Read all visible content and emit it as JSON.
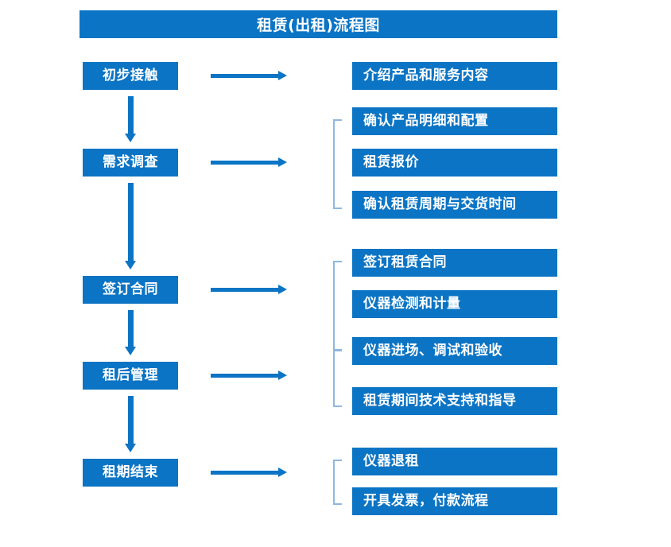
{
  "title": "租赁(出租)流程图",
  "theme": {
    "accent": "#0b74c4",
    "bracket": "#8fb8e0",
    "background": "#ffffff",
    "text_on_accent": "#ffffff"
  },
  "flow": {
    "stages": [
      {
        "id": "stage-1",
        "label": "初步接触"
      },
      {
        "id": "stage-2",
        "label": "需求调查"
      },
      {
        "id": "stage-3",
        "label": "签订合同"
      },
      {
        "id": "stage-4",
        "label": "租后管理"
      },
      {
        "id": "stage-5",
        "label": "租期结束"
      }
    ],
    "details": [
      {
        "id": "detail-1",
        "label": "介绍产品和服务内容"
      },
      {
        "id": "detail-2",
        "label": "确认产品明细和配置"
      },
      {
        "id": "detail-3",
        "label": "租赁报价"
      },
      {
        "id": "detail-4",
        "label": "确认租赁周期与交货时间"
      },
      {
        "id": "detail-5",
        "label": "签订租赁合同"
      },
      {
        "id": "detail-6",
        "label": "仪器检测和计量"
      },
      {
        "id": "detail-7",
        "label": "仪器进场、调试和验收"
      },
      {
        "id": "detail-8",
        "label": "租赁期间技术支持和指导"
      },
      {
        "id": "detail-9",
        "label": "仪器退租"
      },
      {
        "id": "detail-10",
        "label": "开具发票，付款流程"
      }
    ],
    "connector_count": {
      "vertical_arrows": 4,
      "horizontal_arrows": 5,
      "group_brackets": 4
    }
  }
}
